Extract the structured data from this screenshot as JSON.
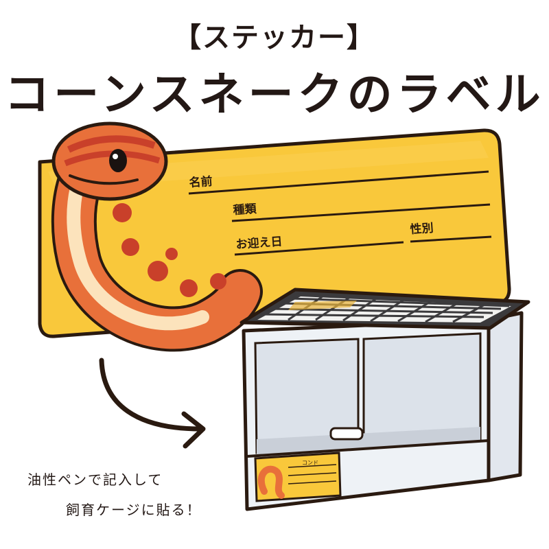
{
  "header": {
    "subtitle": "【ステッカー】",
    "title": "コーンスネークのラベル"
  },
  "label": {
    "fields": {
      "name": "名前",
      "species": "種類",
      "adoption_date": "お迎え日",
      "sex": "性別"
    },
    "color": "#F9C83B"
  },
  "mini_label": {
    "name_value": "コンド"
  },
  "caption": {
    "line1": "油性ペンで記入して",
    "line2": "飼育ケージに貼る！"
  }
}
